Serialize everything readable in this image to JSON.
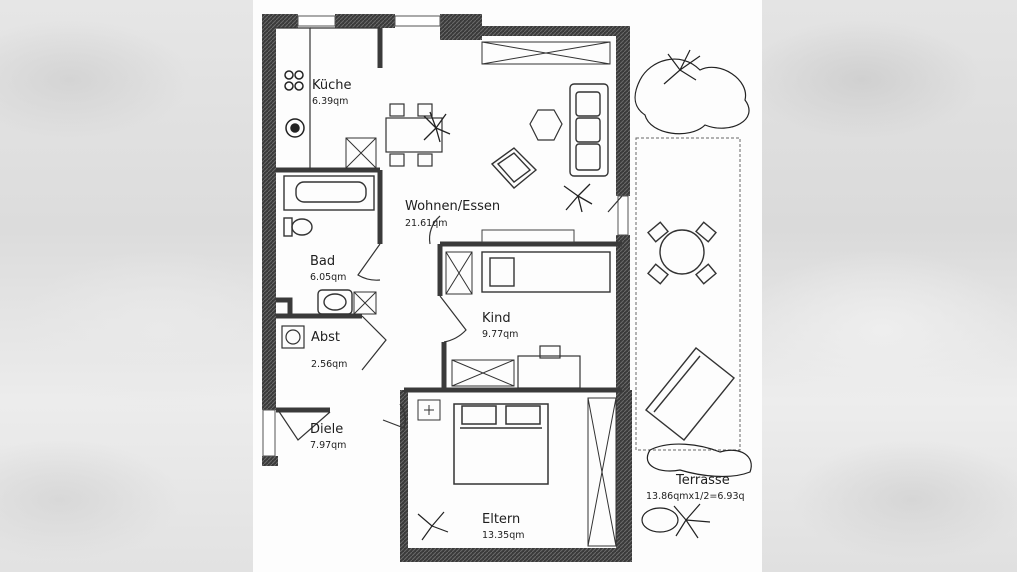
{
  "rooms": {
    "kueche": {
      "name": "Küche",
      "area": "6.39qm"
    },
    "wohnen": {
      "name": "Wohnen/Essen",
      "area": "21.61qm"
    },
    "bad": {
      "name": "Bad",
      "area": "6.05qm"
    },
    "kind": {
      "name": "Kind",
      "area": "9.77qm"
    },
    "abst": {
      "name": "Abst",
      "area": "2.56qm"
    },
    "diele": {
      "name": "Diele",
      "area": "7.97qm"
    },
    "eltern": {
      "name": "Eltern",
      "area": "13.35qm"
    },
    "terrasse": {
      "name": "Terrasse",
      "area": "13.86qmx1/2=6.93q"
    }
  },
  "colors": {
    "wall": "#3a3a3a",
    "line": "#444444"
  },
  "icons": [
    "stove-icon",
    "sink-icon",
    "bathtub-icon",
    "toilet-icon",
    "washbasin-icon",
    "dining-table-icon",
    "sofa-icon",
    "armchair-icon",
    "plant-icon",
    "bed-icon",
    "desk-icon",
    "wardrobe-icon",
    "patio-table-icon",
    "sun-lounger-icon",
    "shrub-icon"
  ]
}
